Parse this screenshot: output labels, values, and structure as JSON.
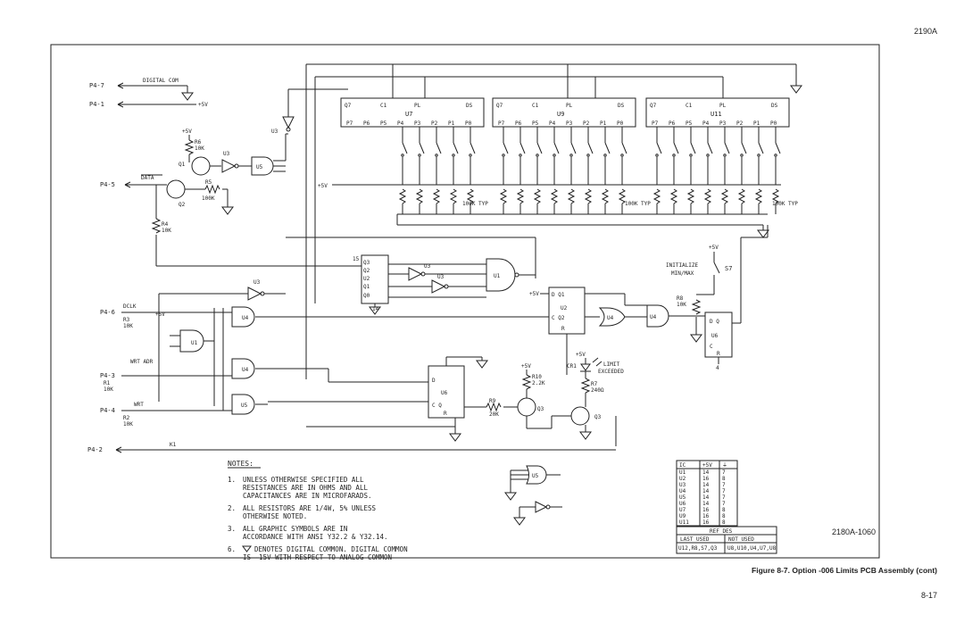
{
  "page": {
    "number_top": "2190A",
    "figure_caption": "Figure 8-7. Option -006 Limits PCB Assembly (cont)",
    "number_bottom": "8-17",
    "drawing_number": "2180A-1060"
  },
  "connectors": {
    "p4_7": "P4-7",
    "digital_com": "DIGITAL COM",
    "p4_1": "P4-1",
    "plus5v": "+5V",
    "p4_5": "P4-5",
    "data": "DATA",
    "p4_6": "P4-6",
    "dclk": "DCLK",
    "p4_3": "P4-3",
    "wrt_adr": "WRT ADR",
    "p4_4": "P4-4",
    "wrt": "WRT",
    "p4_2": "P4-2",
    "k1": "K1"
  },
  "components": {
    "q1": "Q1",
    "q2": "Q2",
    "q3": "Q3",
    "r6": "R6",
    "r6_val": "10K",
    "r5": "R5",
    "r5_val": "100K",
    "r4": "R4",
    "r4_val": "10K",
    "r3": "R3",
    "r3_val": "10K",
    "r1": "R1",
    "r1_val": "10K",
    "r2": "R2",
    "r2_val": "10K",
    "r8": "R8",
    "r8_val": "10K",
    "r9": "R9",
    "r9_val": "20K",
    "r10": "R10",
    "r10_val": "2.2K",
    "r7": "R7",
    "r7_val": "240Ω",
    "cr1": "CR1",
    "limit": "LIMIT",
    "exceeded": "EXCEEDED",
    "s7": "S7",
    "initialize": "INITIALIZE",
    "minmax": "MIN/MAX",
    "u7": "U7",
    "u9": "U9",
    "u11": "U11",
    "u3": "U3",
    "u5": "U5",
    "u4": "U4",
    "u1": "U1",
    "u2": "U2",
    "u6": "U6",
    "res_typ": "100K TYP",
    "q7": "Q7",
    "c1": "C1",
    "pl": "PL",
    "ds": "DS",
    "plus5v": "+5V"
  },
  "shift_registers": [
    {
      "name": "U7",
      "pins": [
        "P7",
        "P6",
        "P5",
        "P4",
        "P3",
        "P2",
        "P1",
        "P0"
      ]
    },
    {
      "name": "U9",
      "pins": [
        "P7",
        "P6",
        "P5",
        "P4",
        "P3",
        "P2",
        "P1",
        "P0"
      ]
    },
    {
      "name": "U11",
      "pins": [
        "P7",
        "P6",
        "P5",
        "P4",
        "P3",
        "P2",
        "P1",
        "P0"
      ]
    }
  ],
  "notes": {
    "title": "NOTES:",
    "n1_num": "1.",
    "n1_line1": "UNLESS OTHERWISE SPECIFIED ALL",
    "n1_line2": "RESISTANCES ARE IN OHMS AND ALL",
    "n1_line3": "CAPACITANCES ARE IN MICROFARADS.",
    "n2_num": "2.",
    "n2_line1": "ALL RESISTORS ARE 1/4W, 5% UNLESS",
    "n2_line2": "OTHERWISE NOTED.",
    "n3_num": "3.",
    "n3_line1": "ALL GRAPHIC SYMBOLS ARE IN",
    "n3_line2": "ACCORDANCE WITH ANSI Y32.2 & Y32.14.",
    "n4_num": "6.",
    "n4_line1": "DENOTES DIGITAL COMMON. DIGITAL COMMON",
    "n4_line2": "IS -15V WITH RESPECT TO ANALOG COMMON"
  },
  "power_table": {
    "headers": [
      "IC",
      "+5V",
      "⏚"
    ],
    "rows": [
      [
        "U1",
        "14",
        "7"
      ],
      [
        "U2",
        "16",
        "8"
      ],
      [
        "U3",
        "14",
        "7"
      ],
      [
        "U4",
        "14",
        "7"
      ],
      [
        "U5",
        "14",
        "7"
      ],
      [
        "U6",
        "14",
        "7"
      ],
      [
        "U7",
        "16",
        "8"
      ],
      [
        "U9",
        "16",
        "8"
      ],
      [
        "U11",
        "16",
        "8"
      ]
    ]
  },
  "ref_des": {
    "title": "REF DES",
    "last_used_hdr": "LAST USED",
    "not_used_hdr": "NOT USED",
    "last_used": "U12,R8,S7,Q3",
    "not_used": "U8,U10,U4,U7,U8"
  }
}
